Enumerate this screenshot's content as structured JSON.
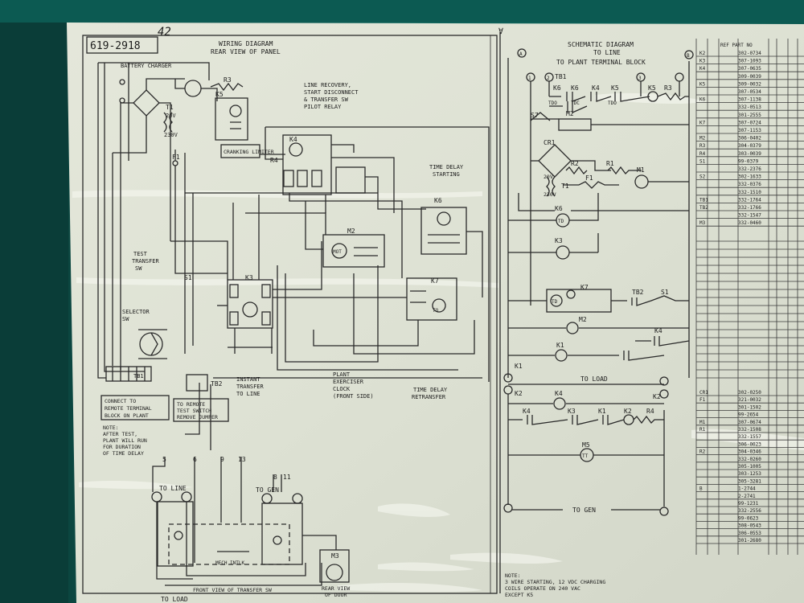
{
  "left_panel": {
    "doc_number": "619-2918",
    "handwritten_number": "42",
    "title_line1": "WIRING DIAGRAM",
    "title_line2": "REAR VIEW OF PANEL",
    "labels": {
      "battery_charger": "BATTERY CHARGER",
      "r3": "R3",
      "k5": "K5",
      "t1": "T1",
      "v20": "20V",
      "v230": "230V",
      "f1": "F1",
      "cranking_limiter": "CRANKING LIMITER",
      "r4": "R4",
      "k4": "K4",
      "line_recovery_1": "LINE RECOVERY,",
      "line_recovery_2": "START DISCONNECT",
      "line_recovery_3": "& TRANSFER SW",
      "line_recovery_4": "PILOT RELAY",
      "time_delay_starting_1": "TIME DELAY",
      "time_delay_starting_2": "STARTING",
      "k6": "K6",
      "m2": "M2",
      "mot": "MOT",
      "test_transfer_1": "TEST",
      "test_transfer_2": "TRANSFER",
      "test_transfer_3": "SW",
      "s1": "S1",
      "k3": "K3",
      "k7": "K7",
      "to": "TO",
      "selector_1": "SELECTOR",
      "selector_2": "SW",
      "tb1": "TB1",
      "tb2": "TB2",
      "instant_transfer_1": "INSTANT",
      "instant_transfer_2": "TRANSFER",
      "instant_transfer_3": "TO LINE",
      "plant_exerciser_1": "PLANT",
      "plant_exerciser_2": "EXERCISER",
      "plant_exerciser_3": "CLOCK",
      "plant_exerciser_4": "(FRONT SIDE)",
      "time_delay_retransfer_1": "TIME DELAY",
      "time_delay_retransfer_2": "RETRANSFER",
      "connect_remote_1": "CONNECT TO",
      "connect_remote_2": "REMOTE TERMINAL",
      "connect_remote_3": "BLOCK ON PLANT",
      "remote_test_1": "TO REMOTE",
      "remote_test_2": "TEST SWITCH",
      "remote_test_3": "REMOVE JUMPER",
      "note_1": "NOTE:",
      "note_2": "AFTER TEST,",
      "note_3": "PLANT WILL RUN",
      "note_4": "FOR DURATION",
      "note_5": "OF TIME DELAY",
      "to_line": "TO LINE",
      "to_gen": "TO GEN",
      "to_load": "TO LOAD",
      "mech_intlk": "MECH INTLK",
      "m3": "M3",
      "rear_door_1": "REAR VIEW",
      "rear_door_2": "OF DOOR",
      "front_view": "FRONT VIEW OF TRANSFER SW",
      "t5": "5",
      "t6": "6",
      "t9": "9",
      "t13": "13",
      "t8": "8",
      "t11": "11"
    }
  },
  "right_panel": {
    "title": "SCHEMATIC DIAGRAM",
    "to_line": "TO LINE",
    "to_plant_tb": "TO PLANT TERMINAL BLOCK",
    "to_load": "TO LOAD",
    "to_gen": "TO GEN",
    "labels": {
      "tb1": "TB1",
      "k6": "K6",
      "k4": "K4",
      "k5": "K5",
      "r3": "R3",
      "tdo": "TDO",
      "tdc": "TDC",
      "m2": "M2",
      "s7": "S7",
      "cr1": "CR1",
      "r2": "R2",
      "r1": "R1",
      "m1": "M1",
      "t1": "T1",
      "f1": "F1",
      "v20": "20V",
      "v230": "230V",
      "td": "TD",
      "k3": "K3",
      "k7": "K7",
      "tb2": "TB2",
      "s1": "S1",
      "k1": "K1",
      "k2": "K2",
      "r4": "R4",
      "m5": "M5",
      "tt": "TT",
      "n1": "1",
      "n2": "2",
      "n3": "3",
      "na": "A",
      "nb": "B"
    },
    "note_1": "NOTE:",
    "note_2": "3 WIRE STARTING, 12 VDC CHARGING",
    "note_3": "COILS OPERATE ON 240 VAC",
    "note_4": "EXCEPT K5"
  },
  "parts_list": {
    "header": "REF   PART NO",
    "upper_rows": [
      [
        "K2",
        "302-0734"
      ],
      [
        "K3",
        "307-1093"
      ],
      [
        "K4",
        "307-0635"
      ],
      [
        "",
        "309-0039"
      ],
      [
        "K5",
        "309-0032"
      ],
      [
        "",
        "307-0534"
      ],
      [
        "K6",
        "307-1138"
      ],
      [
        "",
        "332-0513"
      ],
      [
        "",
        "301-2555"
      ],
      [
        "K7",
        "307-0724"
      ],
      [
        "",
        "307-1153"
      ],
      [
        "M2",
        "306-0402"
      ],
      [
        "R3",
        "304-0379"
      ],
      [
        "R4",
        "303-0039"
      ],
      [
        "S1",
        "99-0379"
      ],
      [
        "",
        "332-2376"
      ],
      [
        "S2",
        "302-1633"
      ],
      [
        "",
        "332-0376"
      ],
      [
        "",
        "332-1510"
      ],
      [
        "TB1",
        "332-1764"
      ],
      [
        "TB2",
        "332-1766"
      ],
      [
        "",
        "332-1547"
      ],
      [
        "M3",
        "332-0460"
      ]
    ],
    "lower_rows": [
      [
        "CR1",
        "302-0250"
      ],
      [
        "F1",
        "321-0032"
      ],
      [
        "",
        "301-1502"
      ],
      [
        "",
        "99-2654"
      ],
      [
        "M1",
        "307-0674"
      ],
      [
        "R1",
        "332-1508"
      ],
      [
        "",
        "332-1557"
      ],
      [
        "",
        "306-0023"
      ],
      [
        "R2",
        "304-0346"
      ],
      [
        "",
        "332-0260"
      ],
      [
        "",
        "305-1005"
      ],
      [
        "",
        "303-1253"
      ],
      [
        "",
        "305-3281"
      ],
      [
        "B",
        "1-2744"
      ],
      [
        "",
        "2-2741"
      ],
      [
        "",
        "99-1231"
      ],
      [
        "",
        "332-2556"
      ],
      [
        "",
        "99-0623"
      ],
      [
        "",
        "308-0543"
      ],
      [
        "",
        "306-0553"
      ],
      [
        "",
        "301-2680"
      ]
    ]
  },
  "top_mark": "∀"
}
